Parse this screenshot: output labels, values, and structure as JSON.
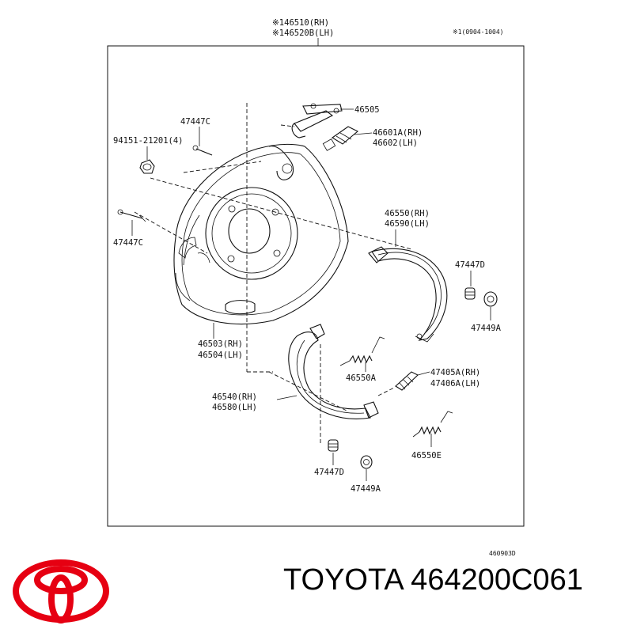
{
  "header": {
    "title_line1": "※146510(RH)",
    "title_line2": "※146520B(LH)",
    "date_note": "※1(0904-1004)"
  },
  "parts": {
    "p46505": "46505",
    "p47447c_top": "47447C",
    "p94151": "94151-21201(4)",
    "p46601a": "46601A(RH)",
    "p46602": "46602(LH)",
    "p47447c_left": "47447C",
    "p46550": "46550(RH)",
    "p46590": "46590(LH)",
    "p47447d_right": "47447D",
    "p47449a_right": "47449A",
    "p46503": "46503(RH)",
    "p46504": "46504(LH)",
    "p46550a": "46550A",
    "p47405a": "47405A(RH)",
    "p47406a": "47406A(LH)",
    "p46540": "46540(RH)",
    "p46580": "46580(LH)",
    "p46550e": "46550E",
    "p47447d_bottom": "47447D",
    "p47449a_bottom": "47449A"
  },
  "footer": {
    "figure_code": "460903D"
  },
  "brand": {
    "text": "TOYOTA 464200C061",
    "logo_color": "#e60012"
  }
}
